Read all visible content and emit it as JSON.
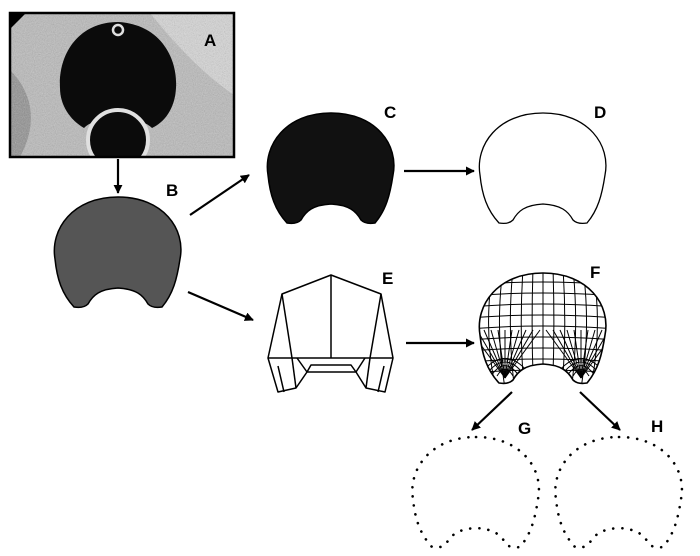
{
  "panels": {
    "A": {
      "label": "A",
      "kind": "ct-scan-image"
    },
    "B": {
      "label": "B",
      "kind": "filled-outline",
      "fill": "#555555"
    },
    "C": {
      "label": "C",
      "kind": "filled-outline",
      "fill": "#111111"
    },
    "D": {
      "label": "D",
      "kind": "outline-only"
    },
    "E": {
      "label": "E",
      "kind": "block-model"
    },
    "F": {
      "label": "F",
      "kind": "mesh-model"
    },
    "G": {
      "label": "G",
      "kind": "dotted-landmarks"
    },
    "H": {
      "label": "H",
      "kind": "dotted-landmarks"
    }
  },
  "colors": {
    "ink": "#000000",
    "scan_background": "#b9b9b9",
    "canal_dark": "#0b0b0b",
    "shape_gray": "#555555",
    "shape_black": "#111111"
  },
  "icons": [
    "arrow-icon"
  ]
}
